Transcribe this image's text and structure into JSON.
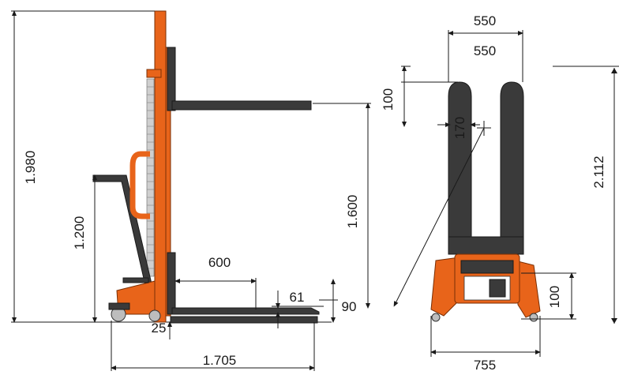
{
  "diagram": {
    "side_view": {
      "dimensions": {
        "total_height": "1.980",
        "handle_height": "1.200",
        "lift_height": "1.600",
        "fork_length": "600",
        "fork_thickness": "61",
        "leg_height": "90",
        "ground_clearance": "25",
        "overall_length": "1.705"
      }
    },
    "top_view": {
      "dimensions": {
        "outer_fork_width": "550",
        "inner_fork_width": "550",
        "fork_tip_length": "100",
        "fork_width": "170",
        "overall_height": "2.112",
        "base_clearance": "100",
        "overall_width": "755"
      }
    },
    "colors": {
      "frame": "#e8641a",
      "forks": "#3a3a3a",
      "lines": "#1a1a1a"
    }
  }
}
